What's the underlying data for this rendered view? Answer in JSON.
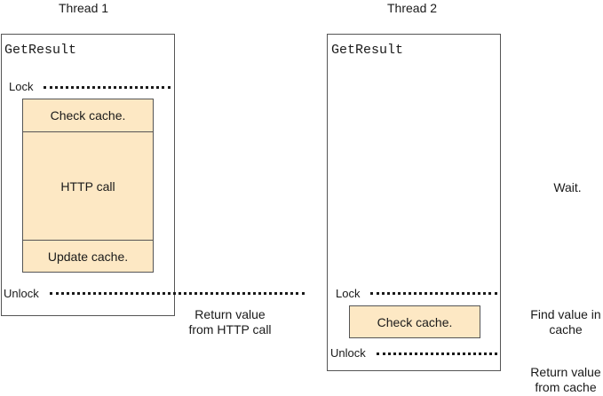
{
  "thread1": {
    "title": "Thread 1",
    "function_name": "GetResult",
    "lock_label": "Lock",
    "unlock_label": "Unlock",
    "steps": [
      "Check cache.",
      "HTTP call",
      "Update cache."
    ]
  },
  "thread2": {
    "title": "Thread 2",
    "function_name": "GetResult",
    "lock_label": "Lock",
    "unlock_label": "Unlock",
    "steps": [
      "Check cache."
    ]
  },
  "notes": {
    "wait": "Wait.",
    "return_http_line1": "Return value",
    "return_http_line2": "from HTTP call",
    "find_value_line1": "Find value in",
    "find_value_line2": "cache",
    "return_cache_line1": "Return value",
    "return_cache_line2": "from cache"
  },
  "colors": {
    "block_fill": "#fde8c4",
    "border": "#555555"
  }
}
